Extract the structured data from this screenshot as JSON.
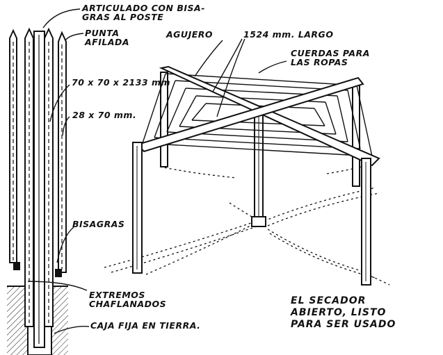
{
  "labels": {
    "hinged_to_post": "ARTICULADO CON BISA-\nGRAS AL POSTE",
    "sharpened_tip": "PUNTA\nAFILADA",
    "post_size": "70 x 70 x 2133 mm",
    "arm_size": "28 x 70 mm.",
    "hinges": "BISAGRAS",
    "chamfered_ends": "EXTREMOS\nCHAFLANADOS",
    "ground_box": "CAJA FIJA EN TIERRA.",
    "hole": "AGUJERO",
    "length": "1524 mm. LARGO",
    "clotheslines": "CUERDAS PARA\nLAS ROPAS",
    "caption": "EL SECADOR\nABIERTO, LISTO\nPARA SER USADO"
  }
}
